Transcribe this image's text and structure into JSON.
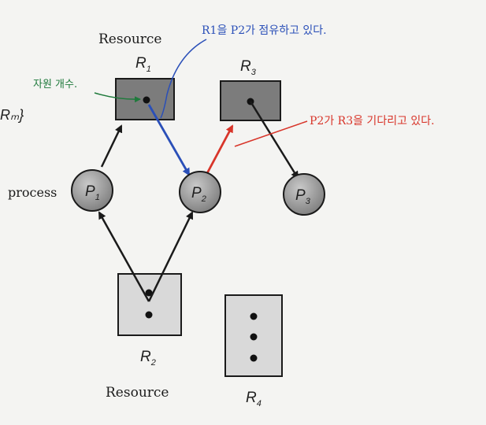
{
  "annotations": {
    "resource_top": "Resource",
    "resource_bottom": "Resource",
    "process": "process",
    "instance_count": "자원 개수.",
    "blue_note": "R1을 P2가 점유하고 있다.",
    "red_note": "P2가 R3을 기다리고 있다."
  },
  "left_edge_fragment": "Rₘ}",
  "processes": [
    {
      "id": "P1",
      "letter": "P",
      "sub": "1"
    },
    {
      "id": "P2",
      "letter": "P",
      "sub": "2"
    },
    {
      "id": "P3",
      "letter": "P",
      "sub": "3"
    }
  ],
  "resources": [
    {
      "id": "R1",
      "letter": "R",
      "sub": "1",
      "instances": 1
    },
    {
      "id": "R2",
      "letter": "R",
      "sub": "2",
      "instances": 2
    },
    {
      "id": "R3",
      "letter": "R",
      "sub": "3",
      "instances": 1
    },
    {
      "id": "R4",
      "letter": "R",
      "sub": "4",
      "instances": 3
    }
  ],
  "edges": [
    {
      "from": "P1",
      "to": "R1",
      "kind": "request"
    },
    {
      "from": "R1",
      "to": "P2",
      "kind": "assignment",
      "highlight": "blue"
    },
    {
      "from": "P2",
      "to": "R3",
      "kind": "request",
      "highlight": "red"
    },
    {
      "from": "R3",
      "to": "P3",
      "kind": "assignment"
    },
    {
      "from": "R2",
      "to": "P1",
      "kind": "assignment"
    },
    {
      "from": "R2",
      "to": "P2",
      "kind": "assignment"
    }
  ],
  "colors": {
    "blue": "#2a4fb8",
    "red": "#d8352a",
    "green": "#1f7a3c",
    "ink": "#1a1a1a",
    "node_fill": "#9a9a9a",
    "box_fill": "#7c7c7c",
    "box_fill_light": "#d9d9d9"
  }
}
